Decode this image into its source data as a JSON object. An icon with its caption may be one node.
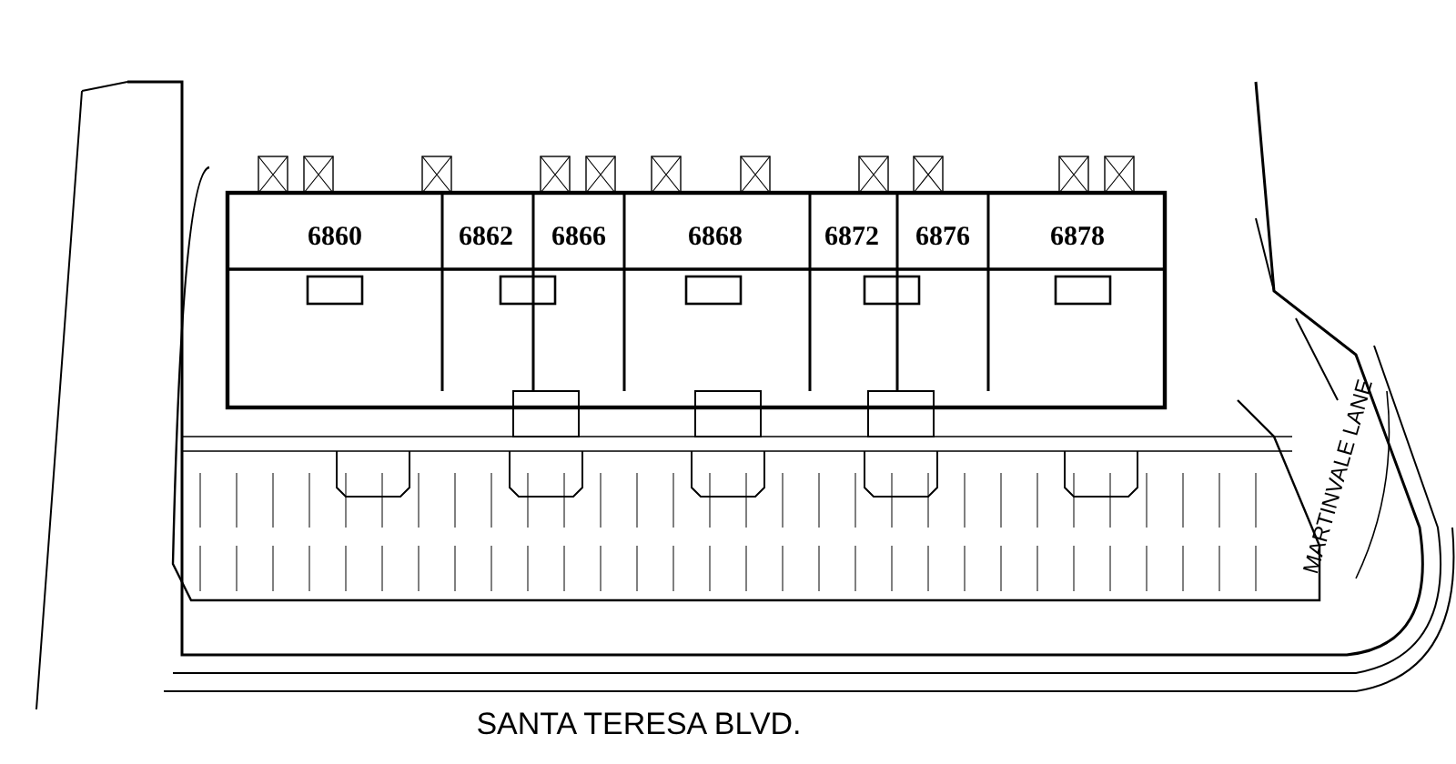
{
  "diagram": {
    "labels": [
      "6860",
      "6862",
      "6866",
      "6868",
      "6872",
      "6876",
      "6878",
      "MARTINVALE LANE",
      "SANTA TERESA BLVD."
    ]
  }
}
